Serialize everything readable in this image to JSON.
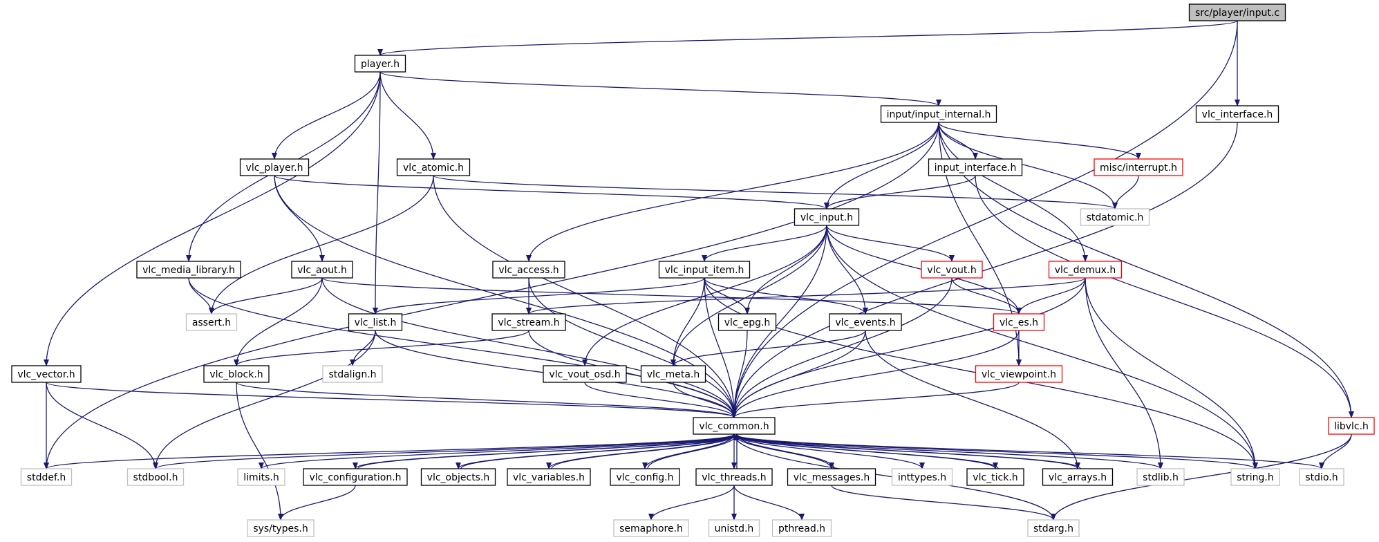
{
  "palette": {
    "edge": "#191970",
    "normal_border": "#000000",
    "missing_border": "#bfbfbf",
    "truncated_border": "#ff0000",
    "root_fill": "#bfbfbf",
    "node_fill": "#ffffff",
    "text": "#000000"
  },
  "nodes": [
    {
      "id": "input_c",
      "label": "src/player/input.c",
      "kind": "root"
    },
    {
      "id": "player_h",
      "label": "player.h",
      "kind": "normal"
    },
    {
      "id": "vlc_interface_h",
      "label": "vlc_interface.h",
      "kind": "normal"
    },
    {
      "id": "input_internal_h",
      "label": "input/input_internal.h",
      "kind": "normal"
    },
    {
      "id": "vlc_player_h",
      "label": "vlc_player.h",
      "kind": "normal"
    },
    {
      "id": "vlc_atomic_h",
      "label": "vlc_atomic.h",
      "kind": "normal"
    },
    {
      "id": "input_interface_h",
      "label": "input_interface.h",
      "kind": "normal"
    },
    {
      "id": "misc_interrupt_h",
      "label": "misc/interrupt.h",
      "kind": "truncated"
    },
    {
      "id": "stdatomic_h",
      "label": "stdatomic.h",
      "kind": "missing"
    },
    {
      "id": "vlc_input_h",
      "label": "vlc_input.h",
      "kind": "normal"
    },
    {
      "id": "vlc_media_library_h",
      "label": "vlc_media_library.h",
      "kind": "normal"
    },
    {
      "id": "vlc_aout_h",
      "label": "vlc_aout.h",
      "kind": "normal"
    },
    {
      "id": "vlc_access_h",
      "label": "vlc_access.h",
      "kind": "normal"
    },
    {
      "id": "vlc_input_item_h",
      "label": "vlc_input_item.h",
      "kind": "normal"
    },
    {
      "id": "vlc_vout_h",
      "label": "vlc_vout.h",
      "kind": "truncated"
    },
    {
      "id": "vlc_demux_h",
      "label": "vlc_demux.h",
      "kind": "truncated"
    },
    {
      "id": "assert_h",
      "label": "assert.h",
      "kind": "missing"
    },
    {
      "id": "vlc_list_h",
      "label": "vlc_list.h",
      "kind": "normal"
    },
    {
      "id": "vlc_stream_h",
      "label": "vlc_stream.h",
      "kind": "normal"
    },
    {
      "id": "vlc_epg_h",
      "label": "vlc_epg.h",
      "kind": "normal"
    },
    {
      "id": "vlc_events_h",
      "label": "vlc_events.h",
      "kind": "normal"
    },
    {
      "id": "vlc_es_h",
      "label": "vlc_es.h",
      "kind": "truncated"
    },
    {
      "id": "vlc_vector_h",
      "label": "vlc_vector.h",
      "kind": "normal"
    },
    {
      "id": "vlc_block_h",
      "label": "vlc_block.h",
      "kind": "normal"
    },
    {
      "id": "stdalign_h",
      "label": "stdalign.h",
      "kind": "missing"
    },
    {
      "id": "vlc_vout_osd_h",
      "label": "vlc_vout_osd.h",
      "kind": "normal"
    },
    {
      "id": "vlc_meta_h",
      "label": "vlc_meta.h",
      "kind": "normal"
    },
    {
      "id": "vlc_viewpoint_h",
      "label": "vlc_viewpoint.h",
      "kind": "truncated"
    },
    {
      "id": "vlc_common_h",
      "label": "vlc_common.h",
      "kind": "normal"
    },
    {
      "id": "libvlc_h",
      "label": "libvlc.h",
      "kind": "truncated"
    },
    {
      "id": "stddef_h",
      "label": "stddef.h",
      "kind": "missing"
    },
    {
      "id": "stdbool_h",
      "label": "stdbool.h",
      "kind": "missing"
    },
    {
      "id": "limits_h",
      "label": "limits.h",
      "kind": "missing"
    },
    {
      "id": "vlc_configuration_h",
      "label": "vlc_configuration.h",
      "kind": "normal"
    },
    {
      "id": "vlc_objects_h",
      "label": "vlc_objects.h",
      "kind": "normal"
    },
    {
      "id": "vlc_variables_h",
      "label": "vlc_variables.h",
      "kind": "normal"
    },
    {
      "id": "vlc_config_h",
      "label": "vlc_config.h",
      "kind": "normal"
    },
    {
      "id": "vlc_threads_h",
      "label": "vlc_threads.h",
      "kind": "normal"
    },
    {
      "id": "vlc_messages_h",
      "label": "vlc_messages.h",
      "kind": "normal"
    },
    {
      "id": "inttypes_h",
      "label": "inttypes.h",
      "kind": "missing"
    },
    {
      "id": "vlc_tick_h",
      "label": "vlc_tick.h",
      "kind": "normal"
    },
    {
      "id": "vlc_arrays_h",
      "label": "vlc_arrays.h",
      "kind": "normal"
    },
    {
      "id": "stdlib_h",
      "label": "stdlib.h",
      "kind": "missing"
    },
    {
      "id": "string_h",
      "label": "string.h",
      "kind": "missing"
    },
    {
      "id": "stdio_h",
      "label": "stdio.h",
      "kind": "missing"
    },
    {
      "id": "sys_types_h",
      "label": "sys/types.h",
      "kind": "missing"
    },
    {
      "id": "semaphore_h",
      "label": "semaphore.h",
      "kind": "missing"
    },
    {
      "id": "unistd_h",
      "label": "unistd.h",
      "kind": "missing"
    },
    {
      "id": "pthread_h",
      "label": "pthread.h",
      "kind": "missing"
    },
    {
      "id": "stdarg_h",
      "label": "stdarg.h",
      "kind": "missing"
    }
  ],
  "edges": [
    [
      "input_c",
      "player_h"
    ],
    [
      "input_c",
      "vlc_interface_h"
    ],
    [
      "input_c",
      "vlc_common_h"
    ],
    [
      "player_h",
      "input_internal_h"
    ],
    [
      "player_h",
      "vlc_player_h"
    ],
    [
      "player_h",
      "vlc_atomic_h"
    ],
    [
      "player_h",
      "vlc_media_library_h"
    ],
    [
      "player_h",
      "vlc_list_h"
    ],
    [
      "player_h",
      "vlc_vector_h"
    ],
    [
      "vlc_interface_h",
      "vlc_common_h"
    ],
    [
      "input_internal_h",
      "vlc_input_h"
    ],
    [
      "input_internal_h",
      "input_interface_h"
    ],
    [
      "input_internal_h",
      "misc_interrupt_h"
    ],
    [
      "input_internal_h",
      "stdatomic_h"
    ],
    [
      "input_internal_h",
      "vlc_demux_h"
    ],
    [
      "input_internal_h",
      "vlc_access_h"
    ],
    [
      "input_internal_h",
      "stddef_h"
    ],
    [
      "input_internal_h",
      "libvlc_h"
    ],
    [
      "input_internal_h",
      "vlc_viewpoint_h"
    ],
    [
      "vlc_player_h",
      "vlc_input_h"
    ],
    [
      "vlc_player_h",
      "vlc_aout_h"
    ],
    [
      "vlc_player_h",
      "vlc_common_h"
    ],
    [
      "vlc_atomic_h",
      "stdatomic_h"
    ],
    [
      "vlc_atomic_h",
      "assert_h"
    ],
    [
      "vlc_atomic_h",
      "vlc_common_h"
    ],
    [
      "input_interface_h",
      "vlc_input_h"
    ],
    [
      "input_interface_h",
      "libvlc_h"
    ],
    [
      "misc_interrupt_h",
      "stdatomic_h"
    ],
    [
      "vlc_input_h",
      "vlc_input_item_h"
    ],
    [
      "vlc_input_h",
      "vlc_vout_h"
    ],
    [
      "vlc_input_h",
      "vlc_es_h"
    ],
    [
      "vlc_input_h",
      "vlc_epg_h"
    ],
    [
      "vlc_input_h",
      "vlc_events_h"
    ],
    [
      "vlc_input_h",
      "vlc_meta_h"
    ],
    [
      "vlc_input_h",
      "vlc_vout_osd_h"
    ],
    [
      "vlc_input_h",
      "vlc_common_h"
    ],
    [
      "vlc_input_h",
      "string_h"
    ],
    [
      "vlc_media_library_h",
      "assert_h"
    ],
    [
      "vlc_media_library_h",
      "vlc_common_h"
    ],
    [
      "vlc_aout_h",
      "assert_h"
    ],
    [
      "vlc_aout_h",
      "vlc_es_h"
    ],
    [
      "vlc_aout_h",
      "vlc_block_h"
    ],
    [
      "vlc_aout_h",
      "vlc_common_h"
    ],
    [
      "vlc_access_h",
      "vlc_stream_h"
    ],
    [
      "vlc_access_h",
      "vlc_common_h"
    ],
    [
      "vlc_input_item_h",
      "vlc_list_h"
    ],
    [
      "vlc_input_item_h",
      "vlc_epg_h"
    ],
    [
      "vlc_input_item_h",
      "vlc_events_h"
    ],
    [
      "vlc_input_item_h",
      "vlc_meta_h"
    ],
    [
      "vlc_input_item_h",
      "vlc_common_h"
    ],
    [
      "vlc_input_item_h",
      "string_h"
    ],
    [
      "vlc_vout_h",
      "vlc_es_h"
    ],
    [
      "vlc_vout_h",
      "vlc_common_h"
    ],
    [
      "vlc_demux_h",
      "vlc_es_h"
    ],
    [
      "vlc_demux_h",
      "vlc_stream_h"
    ],
    [
      "vlc_demux_h",
      "vlc_common_h"
    ],
    [
      "vlc_demux_h",
      "stdlib_h"
    ],
    [
      "vlc_demux_h",
      "string_h"
    ],
    [
      "vlc_list_h",
      "stdbool_h"
    ],
    [
      "vlc_list_h",
      "stdalign_h"
    ],
    [
      "vlc_list_h",
      "vlc_common_h"
    ],
    [
      "vlc_stream_h",
      "vlc_block_h"
    ],
    [
      "vlc_stream_h",
      "vlc_common_h"
    ],
    [
      "vlc_epg_h",
      "vlc_common_h"
    ],
    [
      "vlc_events_h",
      "vlc_meta_h"
    ],
    [
      "vlc_events_h",
      "vlc_common_h"
    ],
    [
      "vlc_events_h",
      "vlc_arrays_h"
    ],
    [
      "vlc_es_h",
      "vlc_viewpoint_h"
    ],
    [
      "vlc_es_h",
      "vlc_common_h"
    ],
    [
      "vlc_vector_h",
      "stddef_h"
    ],
    [
      "vlc_vector_h",
      "stdbool_h"
    ],
    [
      "vlc_vector_h",
      "vlc_common_h"
    ],
    [
      "vlc_block_h",
      "sys_types_h"
    ],
    [
      "vlc_block_h",
      "vlc_common_h"
    ],
    [
      "vlc_vout_osd_h",
      "vlc_common_h"
    ],
    [
      "vlc_meta_h",
      "vlc_common_h"
    ],
    [
      "vlc_viewpoint_h",
      "vlc_common_h"
    ],
    [
      "libvlc_h",
      "stdio_h"
    ],
    [
      "libvlc_h",
      "stdarg_h"
    ],
    [
      "vlc_common_h",
      "stddef_h"
    ],
    [
      "vlc_common_h",
      "stdbool_h"
    ],
    [
      "vlc_common_h",
      "limits_h"
    ],
    [
      "vlc_common_h",
      "vlc_configuration_h"
    ],
    [
      "vlc_common_h",
      "vlc_objects_h"
    ],
    [
      "vlc_common_h",
      "vlc_variables_h"
    ],
    [
      "vlc_common_h",
      "vlc_config_h"
    ],
    [
      "vlc_common_h",
      "vlc_threads_h"
    ],
    [
      "vlc_common_h",
      "vlc_messages_h"
    ],
    [
      "vlc_common_h",
      "inttypes_h"
    ],
    [
      "vlc_common_h",
      "vlc_tick_h"
    ],
    [
      "vlc_common_h",
      "vlc_arrays_h"
    ],
    [
      "vlc_common_h",
      "stdlib_h"
    ],
    [
      "vlc_common_h",
      "string_h"
    ],
    [
      "vlc_common_h",
      "stdio_h"
    ],
    [
      "vlc_common_h",
      "stdarg_h"
    ],
    [
      "vlc_configuration_h",
      "vlc_common_h"
    ],
    [
      "vlc_configuration_h",
      "sys_types_h"
    ],
    [
      "vlc_objects_h",
      "vlc_common_h"
    ],
    [
      "vlc_variables_h",
      "vlc_common_h"
    ],
    [
      "vlc_config_h",
      "vlc_common_h"
    ],
    [
      "vlc_threads_h",
      "vlc_common_h"
    ],
    [
      "vlc_threads_h",
      "semaphore_h"
    ],
    [
      "vlc_threads_h",
      "unistd_h"
    ],
    [
      "vlc_threads_h",
      "pthread_h"
    ],
    [
      "vlc_messages_h",
      "vlc_common_h"
    ],
    [
      "vlc_messages_h",
      "stdarg_h"
    ],
    [
      "vlc_tick_h",
      "vlc_common_h"
    ],
    [
      "vlc_arrays_h",
      "vlc_common_h"
    ]
  ]
}
